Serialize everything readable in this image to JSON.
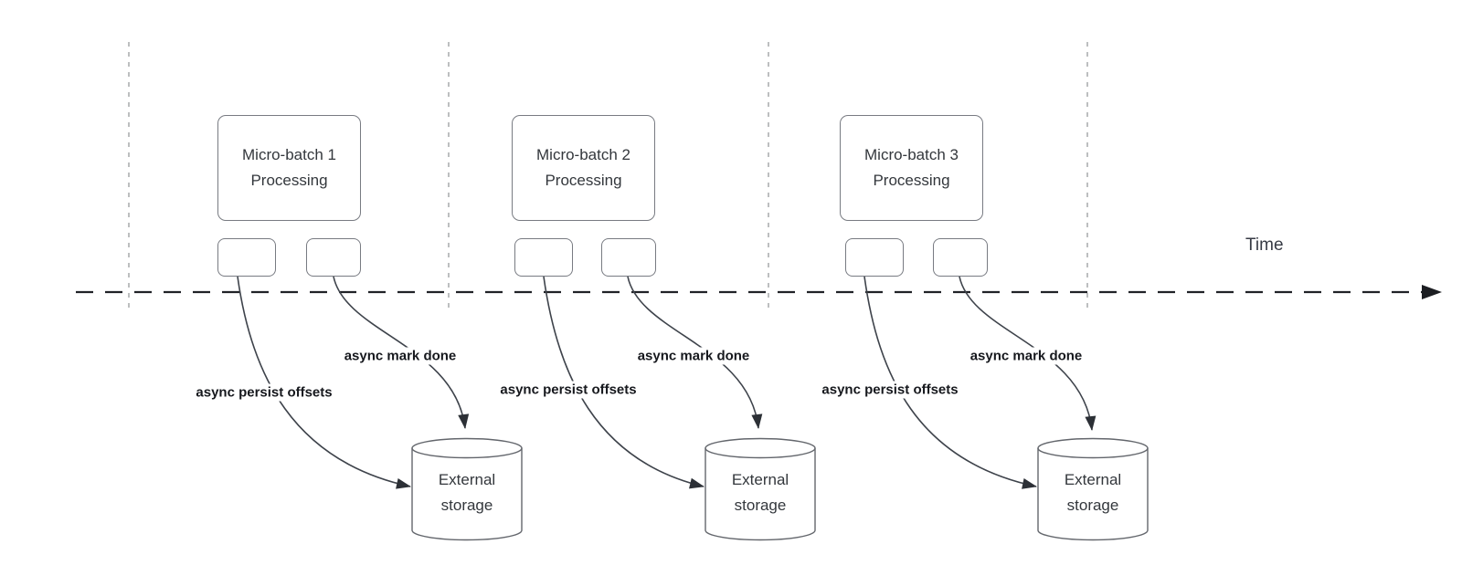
{
  "timeline": {
    "label": "Time"
  },
  "groups": [
    {
      "box_title": "Micro-batch 1",
      "box_subtitle": "Processing",
      "persist_label": "async persist offsets",
      "mark_done_label": "async mark done",
      "storage_title": "External",
      "storage_subtitle": "storage"
    },
    {
      "box_title": "Micro-batch 2",
      "box_subtitle": "Processing",
      "persist_label": "async persist offsets",
      "mark_done_label": "async mark done",
      "storage_title": "External",
      "storage_subtitle": "storage"
    },
    {
      "box_title": "Micro-batch 3",
      "box_subtitle": "Processing",
      "persist_label": "async persist offsets",
      "mark_done_label": "async mark done",
      "storage_title": "External",
      "storage_subtitle": "storage"
    }
  ],
  "colors": {
    "text": "#33373c",
    "label_text": "#16181d",
    "axis": "#202227",
    "divider": "#b6b8ba",
    "arrow": "#3e434b",
    "box_border": "#787b82",
    "background": "#ffffff"
  }
}
